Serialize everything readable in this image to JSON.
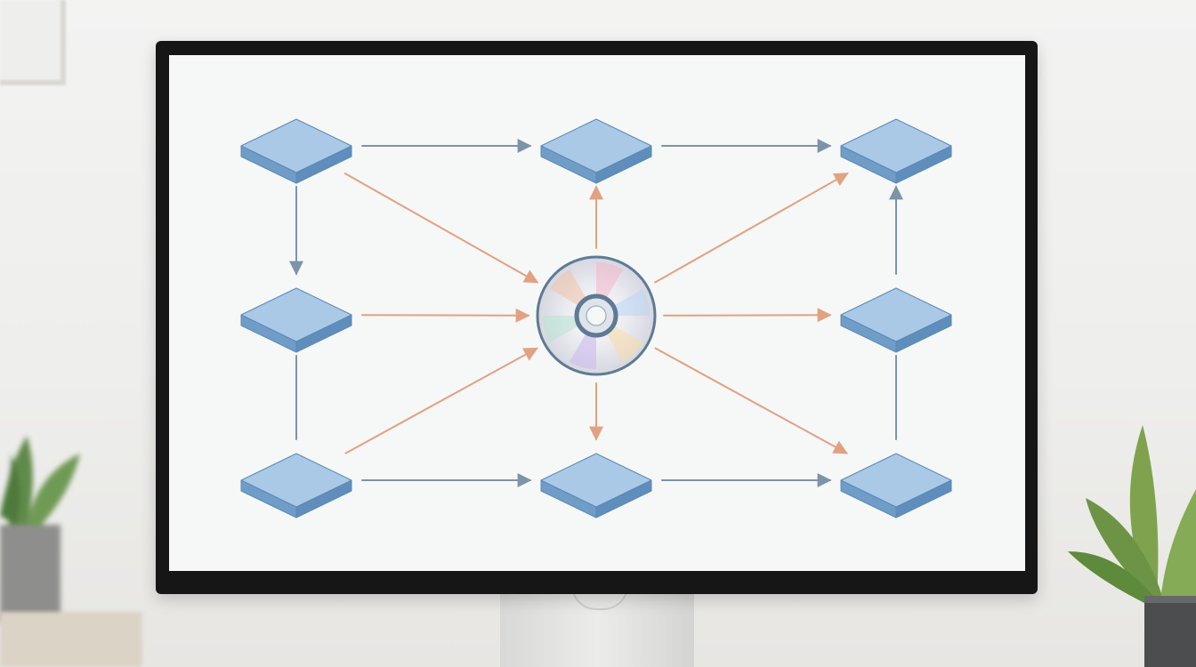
{
  "scene": {
    "wall_color": "#efefed",
    "bezel_color": "#161616",
    "screen_color": "#f6f7f7"
  },
  "diagram": {
    "colors": {
      "node_top": "#a9c9e6",
      "node_side": "#6f9dc8",
      "node_edge": "#5b89b6",
      "blue_arrow": "#7d93a8",
      "orange_arrow": "#e2a181",
      "disc_ring": "#5e7a95"
    },
    "nodes": [
      {
        "id": "top-left",
        "row": 0,
        "col": 0
      },
      {
        "id": "top-center",
        "row": 0,
        "col": 1
      },
      {
        "id": "top-right",
        "row": 0,
        "col": 2
      },
      {
        "id": "middle-left",
        "row": 1,
        "col": 0
      },
      {
        "id": "middle-right",
        "row": 1,
        "col": 2
      },
      {
        "id": "bottom-left",
        "row": 2,
        "col": 0
      },
      {
        "id": "bottom-center",
        "row": 2,
        "col": 1
      },
      {
        "id": "bottom-right",
        "row": 2,
        "col": 2
      }
    ],
    "hub": {
      "id": "disc-hub",
      "icon": "optical-disc-icon"
    },
    "edges": [
      {
        "from": "top-left",
        "to": "top-center",
        "style": "blue",
        "arrow": true
      },
      {
        "from": "top-center",
        "to": "top-right",
        "style": "blue",
        "arrow": true
      },
      {
        "from": "bottom-left",
        "to": "bottom-center",
        "style": "blue",
        "arrow": true
      },
      {
        "from": "bottom-center",
        "to": "bottom-right",
        "style": "blue",
        "arrow": true
      },
      {
        "from": "top-left",
        "to": "middle-left",
        "style": "blue",
        "arrow": true
      },
      {
        "from": "middle-left",
        "to": "bottom-left",
        "style": "blue",
        "arrow": false
      },
      {
        "from": "middle-right",
        "to": "top-right",
        "style": "blue",
        "arrow": true
      },
      {
        "from": "bottom-right",
        "to": "middle-right",
        "style": "blue",
        "arrow": false
      },
      {
        "from": "top-left",
        "to": "disc-hub",
        "style": "orange",
        "arrow": true
      },
      {
        "from": "middle-left",
        "to": "disc-hub",
        "style": "orange",
        "arrow": true
      },
      {
        "from": "bottom-left",
        "to": "disc-hub",
        "style": "orange",
        "arrow": true
      },
      {
        "from": "disc-hub",
        "to": "top-center",
        "style": "orange",
        "arrow": true
      },
      {
        "from": "disc-hub",
        "to": "bottom-center",
        "style": "orange",
        "arrow": true
      },
      {
        "from": "disc-hub",
        "to": "top-right",
        "style": "orange",
        "arrow": true
      },
      {
        "from": "disc-hub",
        "to": "middle-right",
        "style": "orange",
        "arrow": true
      },
      {
        "from": "disc-hub",
        "to": "bottom-right",
        "style": "orange",
        "arrow": true
      }
    ]
  }
}
